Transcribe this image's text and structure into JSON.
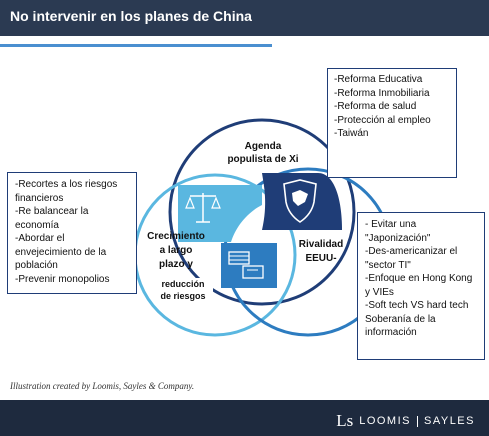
{
  "header": {
    "title": "No intervenir en los planes de China"
  },
  "boxes": {
    "top_right": "-Reforma Educativa\n-Reforma Inmobiliaria\n-Reforma de salud\n-Protección al empleo\n-Taiwán",
    "left": "-Recortes a los riesgos financieros\n-Re balancear la economía\n-Abordar el envejecimiento de la población\n-Prevenir monopolios",
    "right": "- Evitar una \"Japonización\"\n-Des-americanizar el \"sector TI\"\n-Enfoque en Hong Kong y VIEs\n-Soft tech VS hard tech Soberanía de la información"
  },
  "circles": {
    "top": "Agenda\npopulista de Xi",
    "left": "Crecimiento\na largo\nplazo y",
    "left_sub": "reducción\nde riesgos",
    "right": "Rivalidad\nEEUU-"
  },
  "caption": "Illustration created by Loomis, Sayles & Company.",
  "footer": {
    "logo_text": "LOOMIS",
    "logo_text2": "SAYLES",
    "logo_mark": "Ls"
  },
  "icons": [
    "scales-icon",
    "shield-map-icon",
    "card-flag-icon"
  ],
  "colors": {
    "header": "#2b3a52",
    "accent": "#4a8fd0",
    "dark_blue": "#1f3d77",
    "light_blue": "#5ab7e0",
    "mid_blue": "#2d7cc0",
    "footer": "#1e2a3e"
  }
}
